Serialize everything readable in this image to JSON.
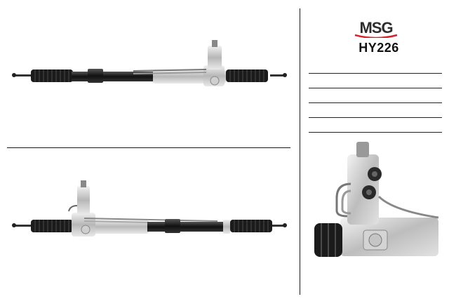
{
  "brand": {
    "logo_text": "MSG",
    "colors": {
      "red": "#d5232a",
      "dark": "#2d2d2d"
    }
  },
  "part_number": "HY226",
  "images": {
    "top": "steering-rack-top-view",
    "bottom": "steering-rack-bottom-view",
    "detail": "steering-valve-detail"
  },
  "spec_lines_count": 5
}
